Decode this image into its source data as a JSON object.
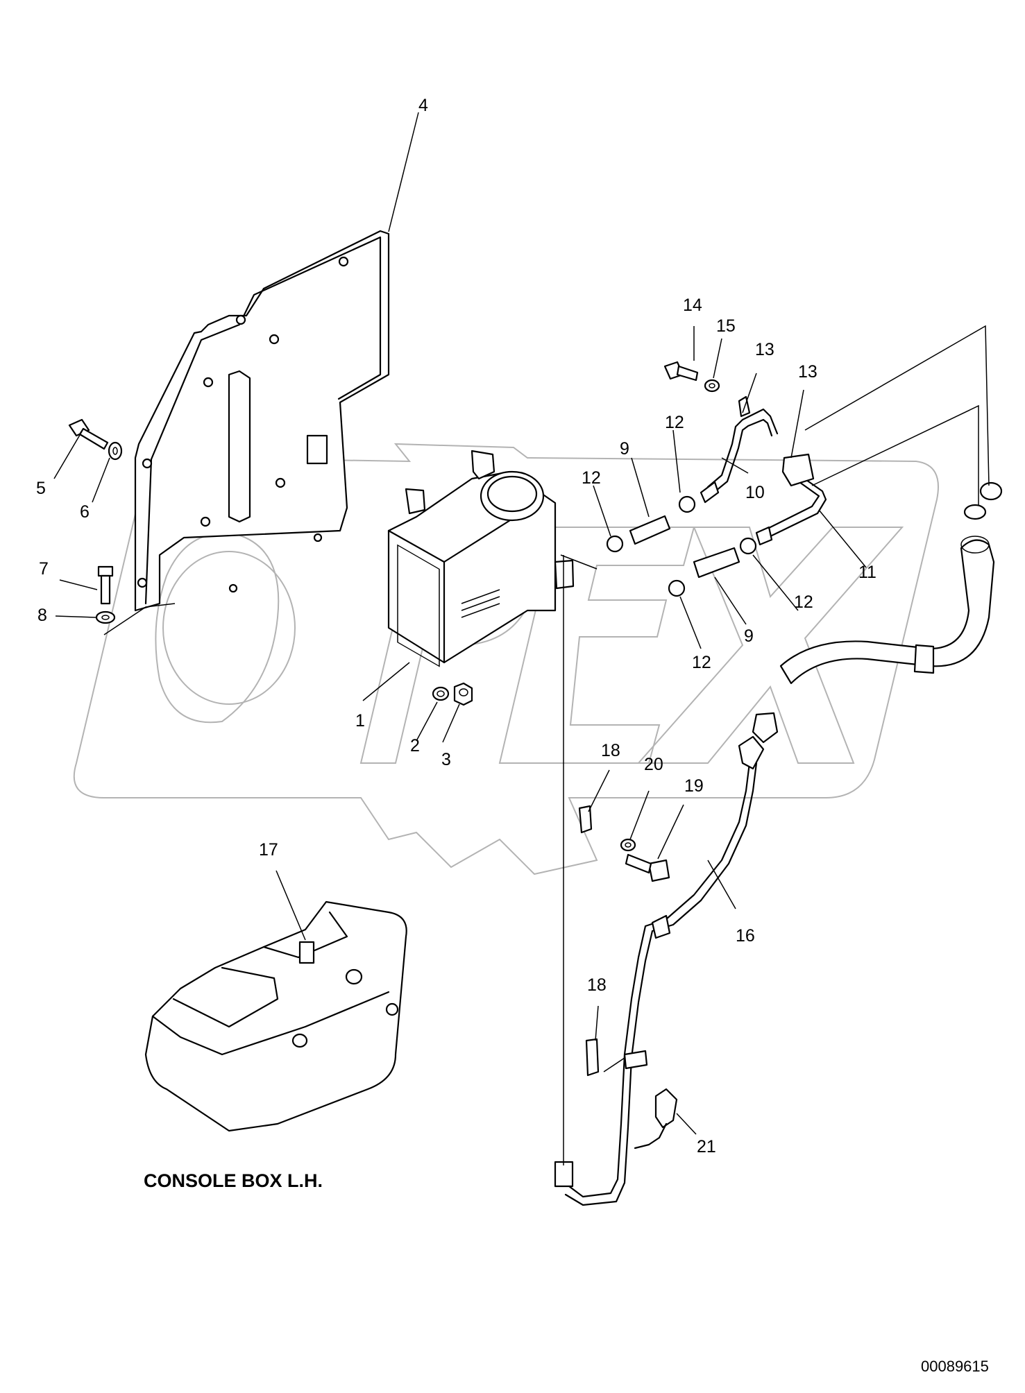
{
  "callouts": [
    {
      "id": "c1",
      "text": "1"
    },
    {
      "id": "c2",
      "text": "2"
    },
    {
      "id": "c3",
      "text": "3"
    },
    {
      "id": "c4",
      "text": "4"
    },
    {
      "id": "c5",
      "text": "5"
    },
    {
      "id": "c6",
      "text": "6"
    },
    {
      "id": "c7",
      "text": "7"
    },
    {
      "id": "c8",
      "text": "8"
    },
    {
      "id": "c9a",
      "text": "9"
    },
    {
      "id": "c9b",
      "text": "9"
    },
    {
      "id": "c10",
      "text": "10"
    },
    {
      "id": "c11",
      "text": "11"
    },
    {
      "id": "c12a",
      "text": "12"
    },
    {
      "id": "c12b",
      "text": "12"
    },
    {
      "id": "c12c",
      "text": "12"
    },
    {
      "id": "c12d",
      "text": "12"
    },
    {
      "id": "c13a",
      "text": "13"
    },
    {
      "id": "c13b",
      "text": "13"
    },
    {
      "id": "c14",
      "text": "14"
    },
    {
      "id": "c15",
      "text": "15"
    },
    {
      "id": "c16",
      "text": "16"
    },
    {
      "id": "c17",
      "text": "17"
    },
    {
      "id": "c18a",
      "text": "18"
    },
    {
      "id": "c18b",
      "text": "18"
    },
    {
      "id": "c19",
      "text": "19"
    },
    {
      "id": "c20",
      "text": "20"
    },
    {
      "id": "c21",
      "text": "21"
    }
  ],
  "caption": "CONSOLE BOX L.H.",
  "document_number": "00089615",
  "watermark": "OPEX"
}
